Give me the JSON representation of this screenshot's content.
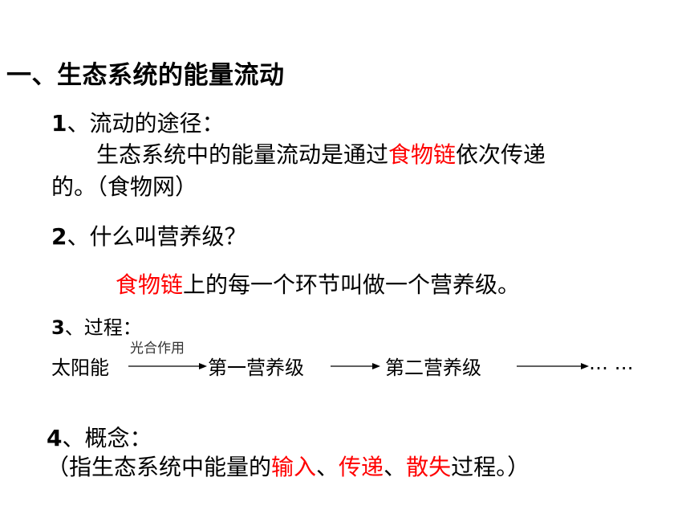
{
  "title": "一、生态系统的能量流动",
  "section1": {
    "number": "1",
    "heading": "、流动的途径：",
    "line1_pre": "生态系统中的能量流动是通过",
    "line1_highlight": "食物链",
    "line1_post": "依次传递",
    "line2": "的。（食物网）"
  },
  "section2": {
    "number": "2",
    "heading": "、什么叫营养级？",
    "highlight": "食物链",
    "text": "上的每一个环节叫做一个营养级。"
  },
  "section3": {
    "number": "3",
    "heading": "、过程：",
    "flow": {
      "source": "太阳能",
      "arrow_label": "光合作用",
      "level1": "第一营养级",
      "level2": "第二营养级",
      "ellipsis": "… …"
    }
  },
  "section4": {
    "number": "4",
    "heading": "、概念：",
    "pre": "（指生态系统中能量的",
    "highlight1": "输入",
    "sep1": "、",
    "highlight2": "传递",
    "sep2": "、",
    "highlight3": "散失",
    "post": "过程。）"
  },
  "colors": {
    "highlight": "#ff0000",
    "text": "#000000",
    "background": "#ffffff"
  }
}
